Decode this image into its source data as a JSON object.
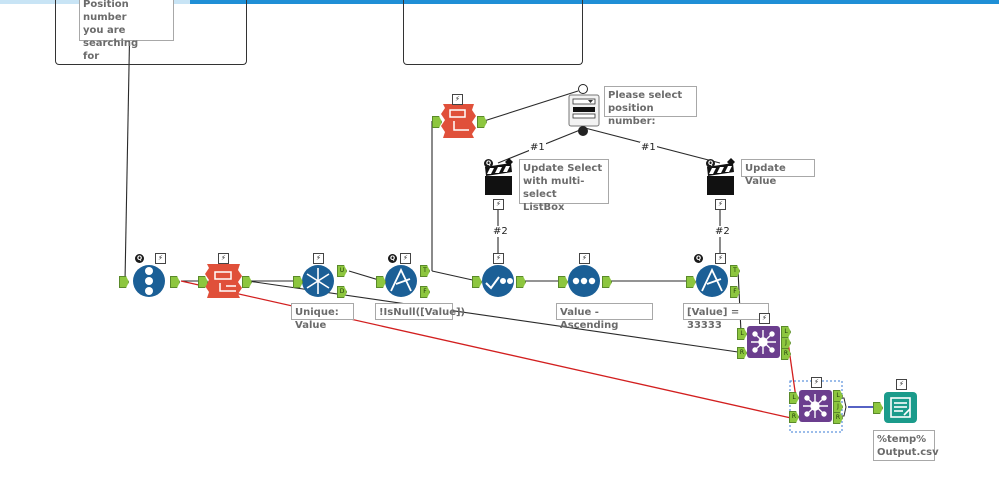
{
  "notes": {
    "position_search": "Position number\nyou are searching\nfor",
    "select_prompt": "Please select\nposition number:",
    "update_select": "Update Select\nwith multi-select\nListBox",
    "update_value": "Update Value",
    "unique": "Unique: Value",
    "isnull": "!IsNull([Value])",
    "sort": "Value - Ascending",
    "value_filter": "[Value] = 33333",
    "output": "%temp%\nOutput.csv"
  },
  "connection_labels": {
    "c1": "#1",
    "c2": "#1",
    "c3": "#2",
    "c4": "#2"
  },
  "anchor_labels": {
    "true": "T",
    "false": "F",
    "unique": "U",
    "duplicate": "D",
    "left": "L",
    "join": "J",
    "right": "R",
    "q": "Q"
  },
  "glyphs": {
    "bolt": "⚡",
    "q": "Q"
  },
  "icons": {
    "text_input": "numbered-list-icon",
    "record_id": "record-id-icon",
    "unique": "snowflake-unique-icon",
    "filter": "filter-icon",
    "select": "check-select-icon",
    "sort": "sort-dots-icon",
    "join": "join-icon",
    "output": "output-file-icon",
    "action": "clapperboard-icon",
    "dropdown": "dropdown-listbox-icon"
  },
  "colors": {
    "topbar": "#1f8fd6",
    "tool_blue": "#1b5f96",
    "tool_red": "#e0503a",
    "tool_purple": "#6b3e8e",
    "tool_teal": "#1b9b8b",
    "anchor_green": "#8dc63f",
    "wire_black": "#2a2a2a",
    "wire_red": "#d21f1f",
    "wire_blue": "#1e2fb0"
  }
}
